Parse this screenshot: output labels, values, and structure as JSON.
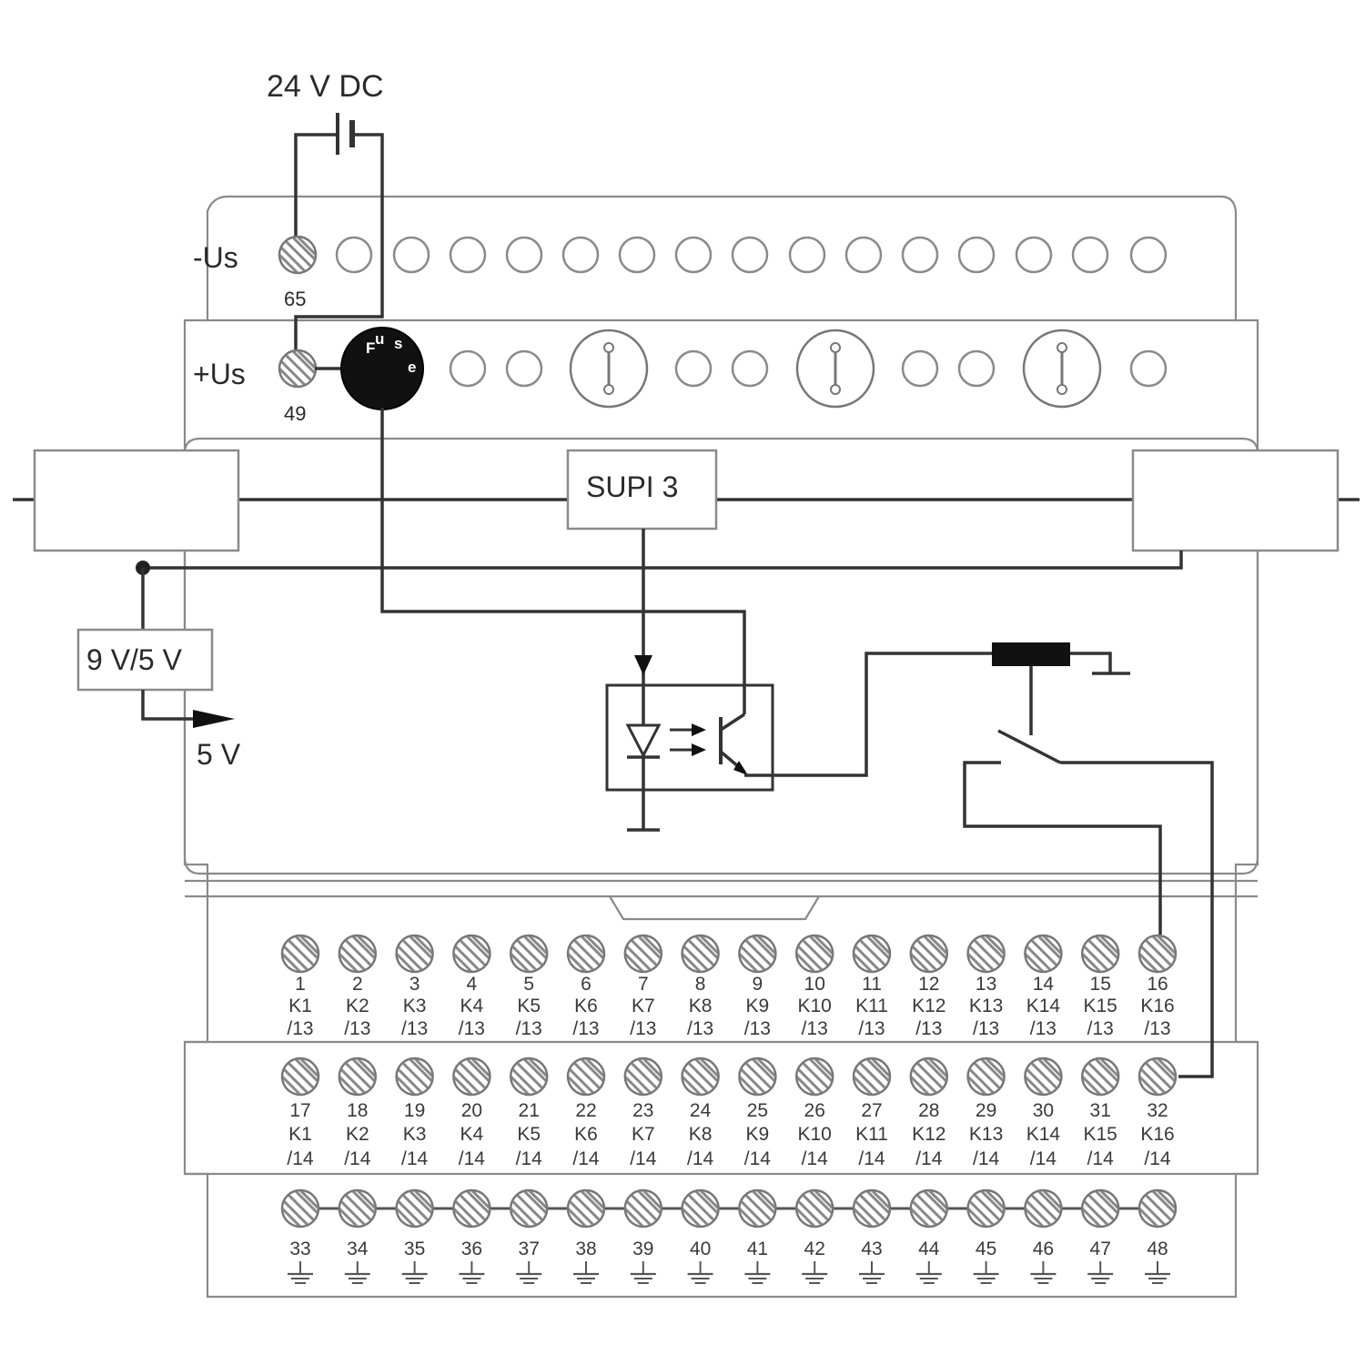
{
  "supply": {
    "voltage_label": "24 V DC",
    "minus_label": "-Us",
    "minus_number": "65",
    "plus_label": "+Us",
    "plus_number": "49",
    "fuse_label": "Fuse"
  },
  "bus_module_label": "SUPI 3",
  "regulator": {
    "label": "9 V/5 V",
    "output_label": "5 V"
  },
  "terminals_row1": [
    {
      "num": "1",
      "relay": "K1",
      "contact": "/13"
    },
    {
      "num": "2",
      "relay": "K2",
      "contact": "/13"
    },
    {
      "num": "3",
      "relay": "K3",
      "contact": "/13"
    },
    {
      "num": "4",
      "relay": "K4",
      "contact": "/13"
    },
    {
      "num": "5",
      "relay": "K5",
      "contact": "/13"
    },
    {
      "num": "6",
      "relay": "K6",
      "contact": "/13"
    },
    {
      "num": "7",
      "relay": "K7",
      "contact": "/13"
    },
    {
      "num": "8",
      "relay": "K8",
      "contact": "/13"
    },
    {
      "num": "9",
      "relay": "K9",
      "contact": "/13"
    },
    {
      "num": "10",
      "relay": "K10",
      "contact": "/13"
    },
    {
      "num": "11",
      "relay": "K11",
      "contact": "/13"
    },
    {
      "num": "12",
      "relay": "K12",
      "contact": "/13"
    },
    {
      "num": "13",
      "relay": "K13",
      "contact": "/13"
    },
    {
      "num": "14",
      "relay": "K14",
      "contact": "/13"
    },
    {
      "num": "15",
      "relay": "K15",
      "contact": "/13"
    },
    {
      "num": "16",
      "relay": "K16",
      "contact": "/13"
    }
  ],
  "terminals_row2": [
    {
      "num": "17",
      "relay": "K1",
      "contact": "/14"
    },
    {
      "num": "18",
      "relay": "K2",
      "contact": "/14"
    },
    {
      "num": "19",
      "relay": "K3",
      "contact": "/14"
    },
    {
      "num": "20",
      "relay": "K4",
      "contact": "/14"
    },
    {
      "num": "21",
      "relay": "K5",
      "contact": "/14"
    },
    {
      "num": "22",
      "relay": "K6",
      "contact": "/14"
    },
    {
      "num": "23",
      "relay": "K7",
      "contact": "/14"
    },
    {
      "num": "24",
      "relay": "K8",
      "contact": "/14"
    },
    {
      "num": "25",
      "relay": "K9",
      "contact": "/14"
    },
    {
      "num": "26",
      "relay": "K10",
      "contact": "/14"
    },
    {
      "num": "27",
      "relay": "K11",
      "contact": "/14"
    },
    {
      "num": "28",
      "relay": "K12",
      "contact": "/14"
    },
    {
      "num": "29",
      "relay": "K13",
      "contact": "/14"
    },
    {
      "num": "30",
      "relay": "K14",
      "contact": "/14"
    },
    {
      "num": "31",
      "relay": "K15",
      "contact": "/14"
    },
    {
      "num": "32",
      "relay": "K16",
      "contact": "/14"
    }
  ],
  "terminals_row3": [
    "33",
    "34",
    "35",
    "36",
    "37",
    "38",
    "39",
    "40",
    "41",
    "42",
    "43",
    "44",
    "45",
    "46",
    "47",
    "48"
  ]
}
